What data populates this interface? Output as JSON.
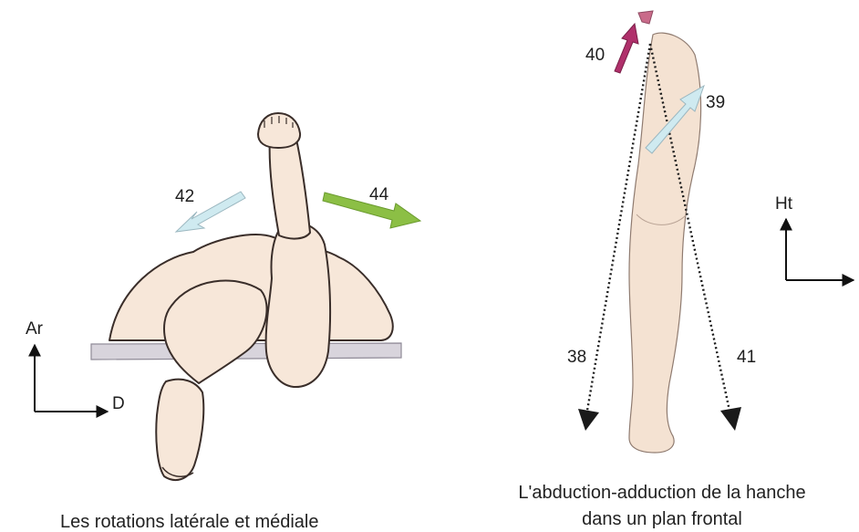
{
  "left_figure": {
    "caption": "Les rotations latérale et médiale",
    "arrows": [
      {
        "label": "42",
        "color": "#cfeaf0"
      },
      {
        "label": "44",
        "color": "#8cbf45"
      }
    ],
    "axes": {
      "vertical": "Ar",
      "horizontal": "D"
    }
  },
  "right_figure": {
    "caption_line1": "L'abduction-adduction de la hanche",
    "caption_line2": "dans un plan frontal",
    "arrows": [
      {
        "label": "40",
        "color": "#b0306b"
      },
      {
        "label": "39",
        "color": "#cfeaf0"
      },
      {
        "label": "38",
        "style": "dotted"
      },
      {
        "label": "41",
        "style": "dotted"
      }
    ],
    "axes": {
      "vertical": "Ht"
    }
  }
}
